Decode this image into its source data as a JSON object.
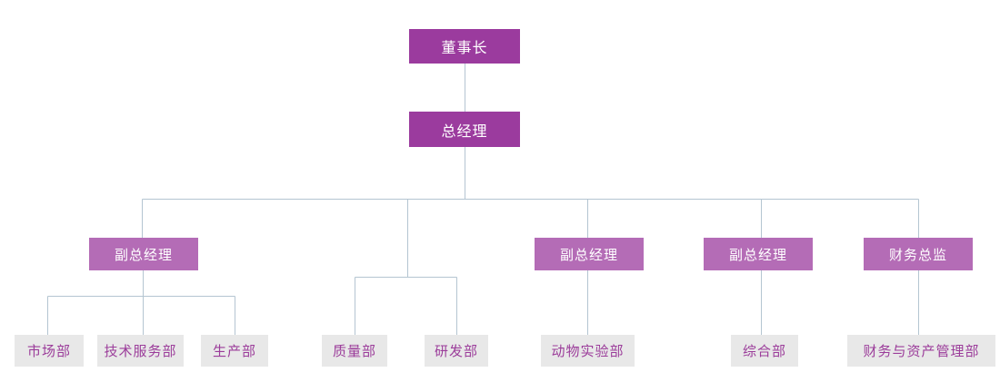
{
  "org_chart": {
    "nodes": {
      "chairman": "董事长",
      "general_manager": "总经理",
      "vp1": "副总经理",
      "vp2": "副总经理",
      "vp3": "副总经理",
      "cfo": "财务总监",
      "dept_marketing": "市场部",
      "dept_tech_service": "技术服务部",
      "dept_production": "生产部",
      "dept_quality": "质量部",
      "dept_rnd": "研发部",
      "dept_animal_lab": "动物实验部",
      "dept_general_affairs": "综合部",
      "dept_finance_assets": "财务与资产管理部"
    },
    "hierarchy": [
      {
        "parent": "董事长",
        "children": [
          "总经理"
        ]
      },
      {
        "parent": "总经理",
        "children": [
          "副总经理(1)",
          "质量部/研发部分支",
          "副总经理(2)",
          "副总经理(3)",
          "财务总监"
        ]
      },
      {
        "parent": "副总经理(1)",
        "children": [
          "市场部",
          "技术服务部",
          "生产部"
        ]
      },
      {
        "parent": "副总经理(2)",
        "children": [
          "动物实验部"
        ]
      },
      {
        "parent": "副总经理(3)",
        "children": [
          "综合部"
        ]
      },
      {
        "parent": "财务总监",
        "children": [
          "财务与资产管理部"
        ]
      }
    ],
    "colors": {
      "executive_fill": "#9B3B9E",
      "manager_fill": "#B46CB6",
      "department_fill": "#E8E8E8",
      "department_text": "#9B3C9A",
      "box_text": "#FFFFFF",
      "connector": "#B4C5D1",
      "background": "#FFFFFF"
    }
  }
}
